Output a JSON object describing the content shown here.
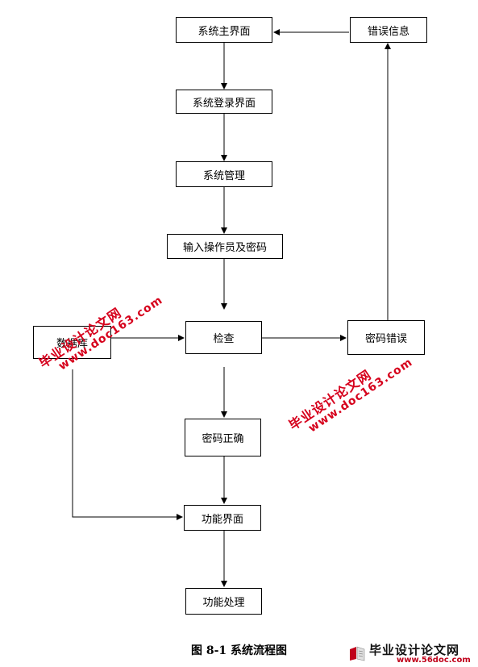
{
  "nodes": {
    "main_ui": "系统主界面",
    "error_info": "错误信息",
    "login_ui": "系统登录界面",
    "sys_manage": "系统管理",
    "input_op": "输入操作员及密码",
    "database": "数据库",
    "check": "检查",
    "pwd_error": "密码错误",
    "pwd_correct": "密码正确",
    "func_ui": "功能界面",
    "func_proc": "功能处理"
  },
  "caption": "图 8-1 系统流程图",
  "watermark": {
    "line1": "毕业设计论文网",
    "line2": "www.doc163.com"
  },
  "logo": {
    "name": "毕业设计论文网",
    "url": "www.56doc.com"
  },
  "colors": {
    "watermark": "#d6001c",
    "line": "#000000"
  }
}
